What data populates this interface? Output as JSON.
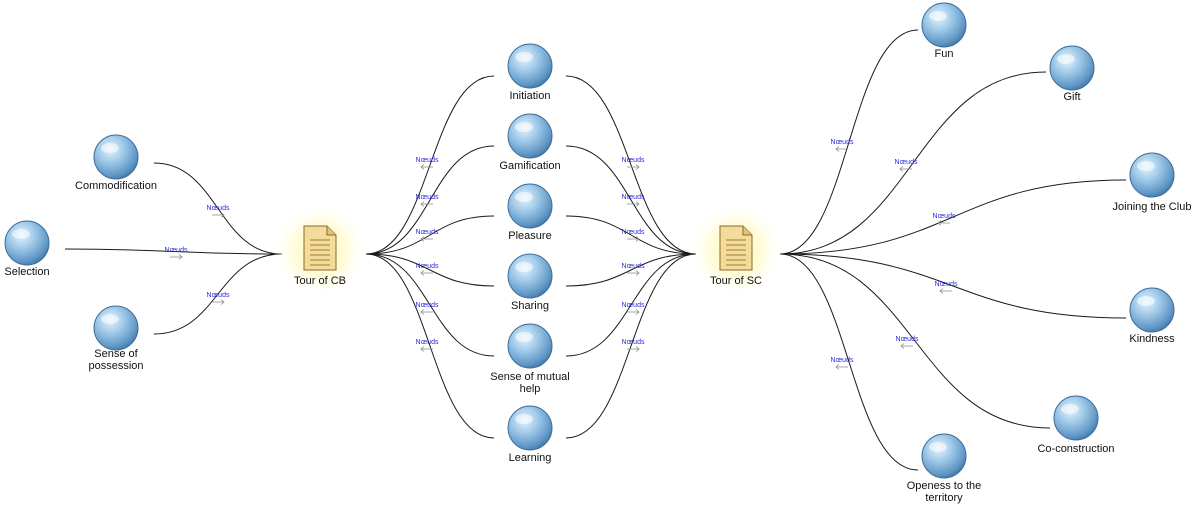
{
  "diagram": {
    "hubs": {
      "cb": {
        "label": "Tour of CB",
        "icon": "document-icon"
      },
      "sc": {
        "label": "Tour of SC",
        "icon": "document-icon"
      }
    },
    "left_nodes": [
      {
        "id": "commodification",
        "label": [
          "Commodification"
        ]
      },
      {
        "id": "selection",
        "label": [
          "Selection"
        ]
      },
      {
        "id": "sense-of-possession",
        "label": [
          "Sense of",
          "possession"
        ]
      }
    ],
    "middle_nodes": [
      {
        "id": "initiation",
        "label": [
          "Initiation"
        ]
      },
      {
        "id": "gamification",
        "label": [
          "Gamification"
        ]
      },
      {
        "id": "pleasure",
        "label": [
          "Pleasure"
        ]
      },
      {
        "id": "sharing",
        "label": [
          "Sharing"
        ]
      },
      {
        "id": "sense-of-mutual-help",
        "label": [
          "Sense of mutual",
          "help"
        ]
      },
      {
        "id": "learning",
        "label": [
          "Learning"
        ]
      }
    ],
    "right_nodes": [
      {
        "id": "fun",
        "label": [
          "Fun"
        ]
      },
      {
        "id": "gift",
        "label": [
          "Gift"
        ]
      },
      {
        "id": "joining-the-club",
        "label": [
          "Joining the Club"
        ]
      },
      {
        "id": "kindness",
        "label": [
          "Kindness"
        ]
      },
      {
        "id": "co-construction",
        "label": [
          "Co-construction"
        ]
      },
      {
        "id": "openess-to-the-territory",
        "label": [
          "Openess to the",
          "territory"
        ]
      }
    ],
    "edge_label": "Nœuds",
    "colors": {
      "node": "#6fa7d3",
      "hub_glow": "#fff3a0",
      "edge_label": "#2a2ad8"
    }
  }
}
